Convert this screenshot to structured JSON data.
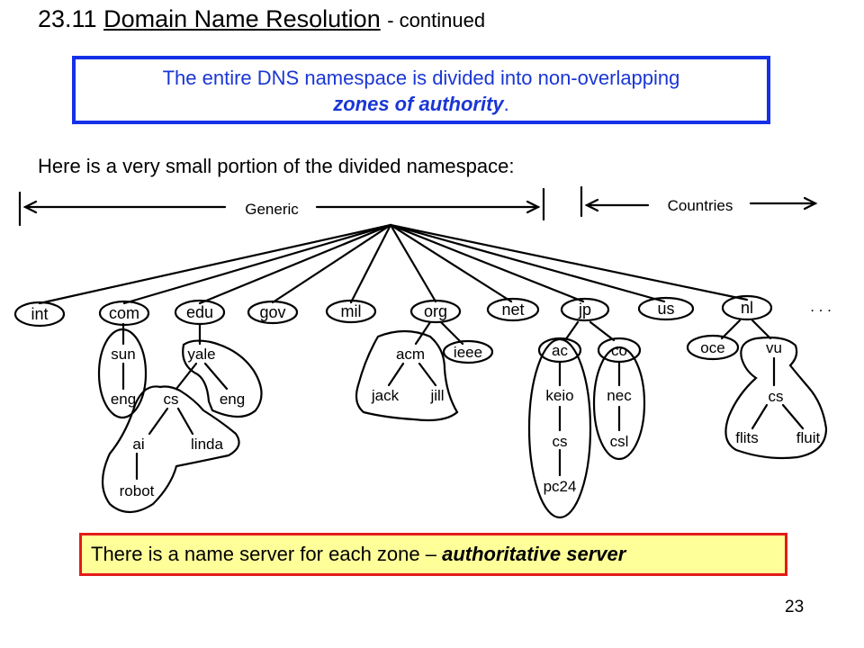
{
  "slide": {
    "title_number": "23.11",
    "title_main": "Domain Name Resolution",
    "title_sub": "- continued",
    "definition_text": "The entire DNS namespace is divided into non-overlapping",
    "definition_emphasis": "zones of authority",
    "definition_end": ".",
    "intro": "Here is a very small portion of the divided namespace:",
    "note_text": "There is a name server for each zone – ",
    "note_emphasis": "authoritative server",
    "page_number": "23"
  },
  "diagram": {
    "generic_label": "Generic",
    "countries_label": "Countries",
    "ellipsis": ". . .",
    "top_level": [
      {
        "id": "int",
        "label": "int"
      },
      {
        "id": "com",
        "label": "com"
      },
      {
        "id": "edu",
        "label": "edu"
      },
      {
        "id": "gov",
        "label": "gov"
      },
      {
        "id": "mil",
        "label": "mil"
      },
      {
        "id": "org",
        "label": "org"
      },
      {
        "id": "net",
        "label": "net"
      },
      {
        "id": "jp",
        "label": "jp"
      },
      {
        "id": "us",
        "label": "us"
      },
      {
        "id": "nl",
        "label": "nl"
      }
    ],
    "subdomains": [
      {
        "id": "sun",
        "label": "sun"
      },
      {
        "id": "sun-eng",
        "label": "eng"
      },
      {
        "id": "yale",
        "label": "yale"
      },
      {
        "id": "yale-cs",
        "label": "cs"
      },
      {
        "id": "yale-eng",
        "label": "eng"
      },
      {
        "id": "ai",
        "label": "ai"
      },
      {
        "id": "linda",
        "label": "linda"
      },
      {
        "id": "robot",
        "label": "robot"
      },
      {
        "id": "acm",
        "label": "acm"
      },
      {
        "id": "ieee",
        "label": "ieee"
      },
      {
        "id": "jack",
        "label": "jack"
      },
      {
        "id": "jill",
        "label": "jill"
      },
      {
        "id": "ac",
        "label": "ac"
      },
      {
        "id": "co",
        "label": "co"
      },
      {
        "id": "keio",
        "label": "keio"
      },
      {
        "id": "keio-cs",
        "label": "cs"
      },
      {
        "id": "pc24",
        "label": "pc24"
      },
      {
        "id": "nec",
        "label": "nec"
      },
      {
        "id": "csl",
        "label": "csl"
      },
      {
        "id": "oce",
        "label": "oce"
      },
      {
        "id": "vu",
        "label": "vu"
      },
      {
        "id": "vu-cs",
        "label": "cs"
      },
      {
        "id": "flits",
        "label": "flits"
      },
      {
        "id": "fluit",
        "label": "fluit"
      }
    ]
  }
}
